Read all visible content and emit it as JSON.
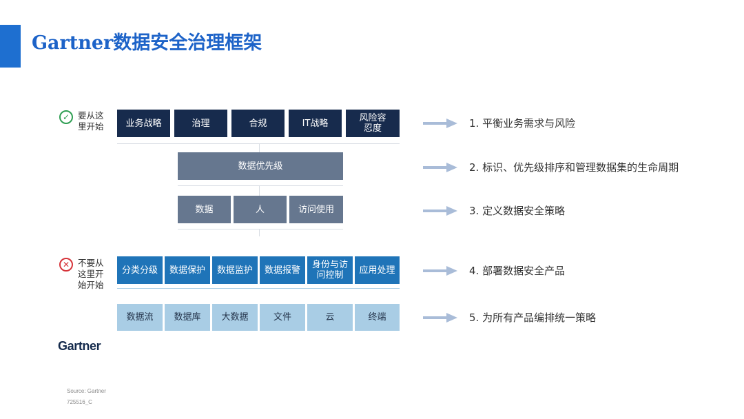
{
  "slide": {
    "title_latin": "Gartner",
    "title_cjk": "数据安全治理框架",
    "accent_color": "#1e6fd0"
  },
  "status": {
    "start_here": {
      "icon": "check-circle-icon",
      "line1": "要从这",
      "line2": "里开始"
    },
    "not_start_here": {
      "icon": "cross-circle-icon",
      "line1": "不要从",
      "line2": "这里开",
      "line3": "始开始"
    }
  },
  "rows": [
    {
      "boxes": [
        "业务战略",
        "治理",
        "合规",
        "IT战略",
        "风险容\n忍度"
      ],
      "color": "#172b4d"
    },
    {
      "boxes": [
        "数据优先级"
      ],
      "color": "#66778f"
    },
    {
      "boxes": [
        "数据",
        "人",
        "访问使用"
      ],
      "color": "#66778f"
    },
    {
      "boxes": [
        "分类分级",
        "数据保护",
        "数据监护",
        "数据报警",
        "身份与访\n问控制",
        "应用处理"
      ],
      "color": "#1f74b8"
    },
    {
      "boxes": [
        "数据流",
        "数据库",
        "大数据",
        "文件",
        "云",
        "终端"
      ],
      "color": "#a9cde5"
    }
  ],
  "notes": [
    "1. 平衡业务需求与风险",
    "2. 标识、优先级排序和管理数据集的生命周期",
    "3. 定义数据安全策略",
    "4. 部署数据安全产品",
    "5. 为所有产品编排统一策略"
  ],
  "footer": {
    "logo": "Gartner",
    "source": "Source: Gartner",
    "doc_id": "725516_C"
  }
}
